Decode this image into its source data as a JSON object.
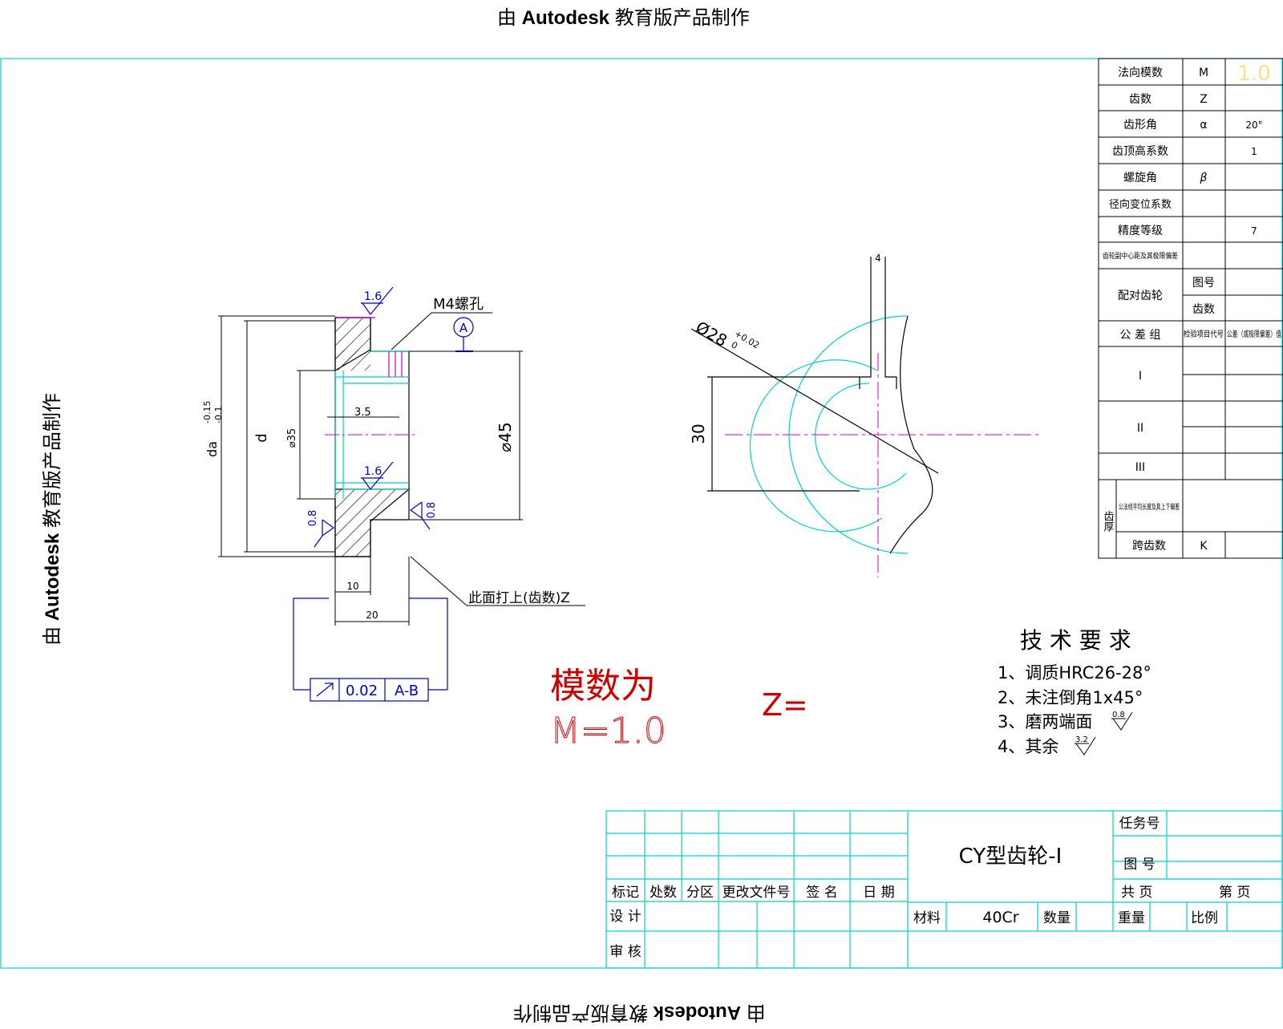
{
  "watermark": {
    "prefix": "由 ",
    "brand": "Autodesk",
    "suffix": " 教育版产品制作"
  },
  "colors": {
    "frame": "#00d0d0",
    "annotation": "#0000cc",
    "section": "#000000",
    "center": "#cc00cc",
    "note_red": "#cc0000"
  },
  "gear_table": {
    "rows": [
      {
        "label": "法向模数",
        "symbol": "M",
        "value": "1.0"
      },
      {
        "label": "齿数",
        "symbol": "Z",
        "value": ""
      },
      {
        "label": "齿形角",
        "symbol": "α",
        "value": "20°"
      },
      {
        "label": "齿顶高系数",
        "symbol": "",
        "value": "1"
      },
      {
        "label": "螺旋角",
        "symbol": "β",
        "value": ""
      },
      {
        "label": "径向变位系数",
        "symbol": "",
        "value": ""
      },
      {
        "label": "精度等级",
        "symbol": "",
        "value": "7"
      },
      {
        "label": "齿轮副中心距及其极限偏差",
        "symbol": "",
        "value": ""
      }
    ],
    "mating_label": "配对齿轮",
    "mating_rows": [
      "图号",
      "齿数"
    ],
    "tolerance_label": "公 差 组",
    "tolerance_col1": "检验项目代号",
    "tolerance_col2": "公差（或极限偏差）值",
    "groups": [
      "I",
      "II",
      "III"
    ],
    "tooth_label": "齿厚",
    "tooth_sub": "公法线平均长度及其上下偏差",
    "span_label": "跨齿数",
    "span_symbol": "K"
  },
  "section_view": {
    "roughness_top": "1.6",
    "roughness_mid": "1.6",
    "roughness_left": "0.8",
    "roughness_right": "0.8",
    "thread_note": "M4螺孔",
    "datum": "A",
    "dim_da": "da",
    "dim_da_tol_upper": "-0.15",
    "dim_da_tol_lower": "-0.1",
    "dim_d": "d",
    "dim_35": "⌀35",
    "dim_3_5": "3.5",
    "dim_45": "⌀45",
    "dim_10": "10",
    "dim_20": "20",
    "face_note": "此面打上(齿数)Z",
    "gdt_tol": "0.02",
    "gdt_datum": "A-B"
  },
  "end_view": {
    "dim_keyway": "4",
    "dim_bore": "Ø28",
    "dim_bore_tol": "+0.02",
    "dim_bore_tol_low": "0",
    "dim_30": "30"
  },
  "notes": {
    "module_line1": "模数为",
    "module_line2": "M=1.0",
    "z_label": "Z="
  },
  "tech_req": {
    "title": "技 术 要 求",
    "items": [
      "1、调质HRC26-28°",
      "2、未注倒角1x45°",
      "3、磨两端面",
      "4、其余"
    ],
    "rough3": "0.8",
    "rough4": "3.2"
  },
  "title_block": {
    "part_name": "CY型齿轮-I",
    "headers": [
      "标记",
      "处数",
      "分区",
      "更改文件号",
      "签  名",
      "日  期"
    ],
    "design": "设 计",
    "review": "审 核",
    "task_no": "任务号",
    "drawing_no": "图  号",
    "total_pages": "共      页",
    "page": "第      页",
    "material_label": "材料",
    "material": "40Cr",
    "qty_label": "数量",
    "weight_label": "重量",
    "scale_label": "比例"
  }
}
